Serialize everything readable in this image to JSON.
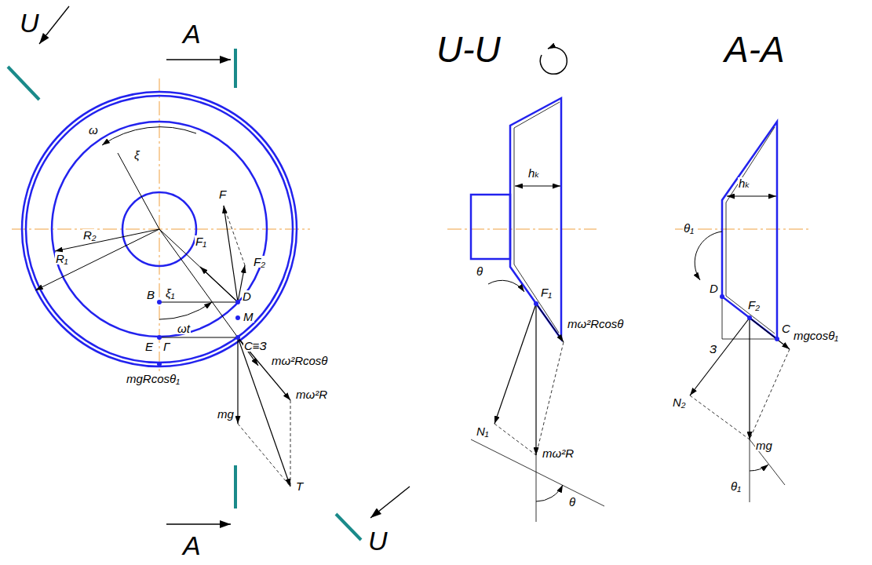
{
  "diagram": {
    "labels": [
      "U",
      "A",
      "ω",
      "ξ",
      "F",
      "R₂",
      "R₁",
      "B",
      "ξ₁",
      "F₁",
      "F₂",
      "D",
      "M",
      "ωt",
      "E",
      "Г",
      "C≡З",
      "mω²Rcosθ",
      "mω²R",
      "mgRcosθ₁",
      "mg",
      "T",
      "U",
      "A",
      "U-U",
      "A-A",
      "hₖ",
      "θ",
      "F₁",
      "mω²Rcosθ",
      "N₁",
      "mω²R",
      "θ",
      "hₖ",
      "θ₁",
      "D",
      "F₂",
      "C",
      "З",
      "mgcosθ₁",
      "N₂",
      "mg",
      "θ₁"
    ]
  }
}
